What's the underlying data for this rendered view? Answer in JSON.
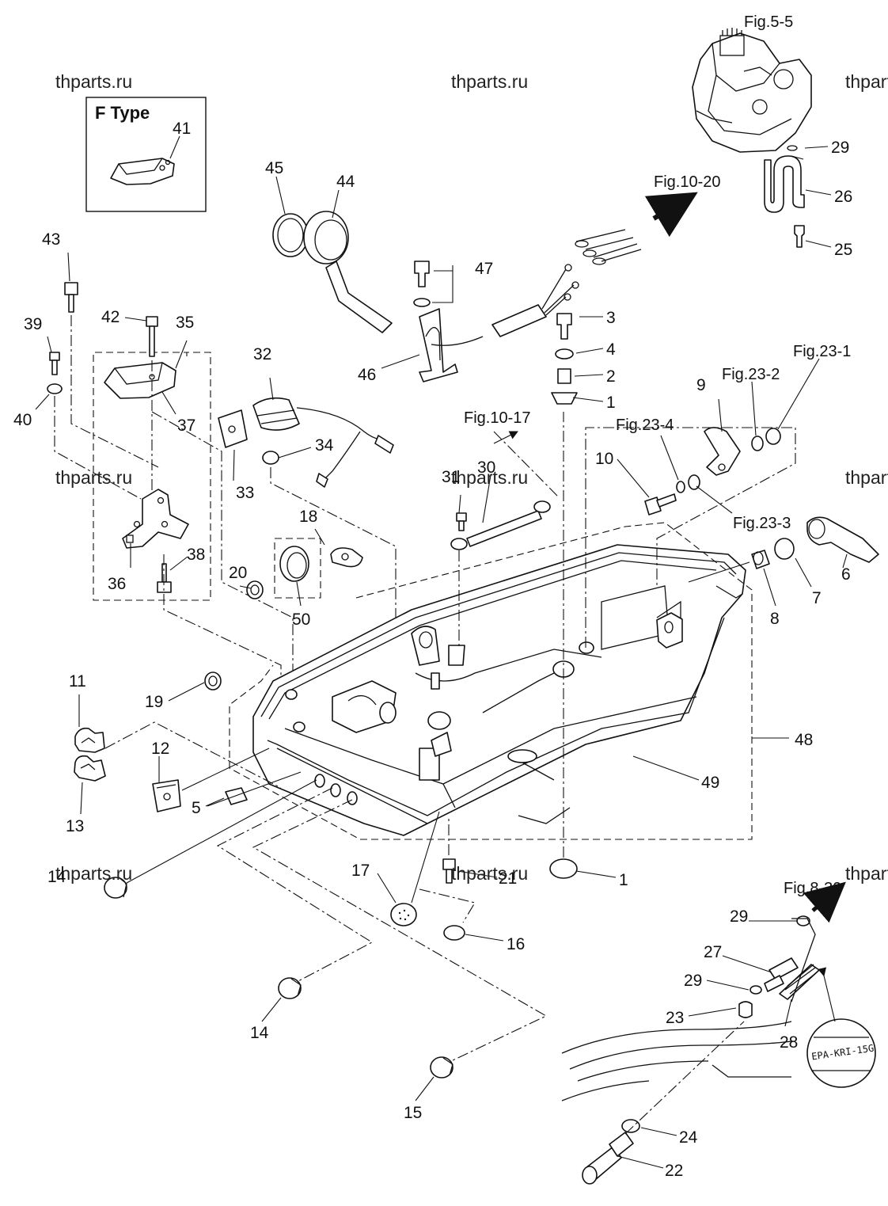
{
  "figure_refs": {
    "fig_5_5": "Fig.5-5",
    "fig_10_20": "Fig.10-20",
    "fig_10_17": "Fig.10-17",
    "fig_23_1": "Fig.23-1",
    "fig_23_2": "Fig.23-2",
    "fig_23_3": "Fig.23-3",
    "fig_23_4": "Fig.23-4",
    "fig_8_39": "Fig.8-39"
  },
  "inset": {
    "title": "F Type",
    "part": "41"
  },
  "watermark": "thparts.ru",
  "stamp_text": "EPA-KRI-15G",
  "parts": {
    "p1a": "1",
    "p1b": "1",
    "p2": "2",
    "p3": "3",
    "p4": "4",
    "p5": "5",
    "p6": "6",
    "p7": "7",
    "p8": "8",
    "p9": "9",
    "p10": "10",
    "p11": "11",
    "p12": "12",
    "p13": "13",
    "p14a": "14",
    "p14b": "14",
    "p15": "15",
    "p16": "16",
    "p17": "17",
    "p18": "18",
    "p19": "19",
    "p20": "20",
    "p21": "21",
    "p22": "22",
    "p23": "23",
    "p24": "24",
    "p25": "25",
    "p26": "26",
    "p27": "27",
    "p28": "28",
    "p29a": "29",
    "p29b": "29",
    "p29c": "29",
    "p30": "30",
    "p31": "31",
    "p32": "32",
    "p33": "33",
    "p34": "34",
    "p35": "35",
    "p36": "36",
    "p37": "37",
    "p38": "38",
    "p39": "39",
    "p40": "40",
    "p42": "42",
    "p43": "43",
    "p44": "44",
    "p45": "45",
    "p46": "46",
    "p47": "47",
    "p48": "48",
    "p49": "49",
    "p50": "50"
  }
}
